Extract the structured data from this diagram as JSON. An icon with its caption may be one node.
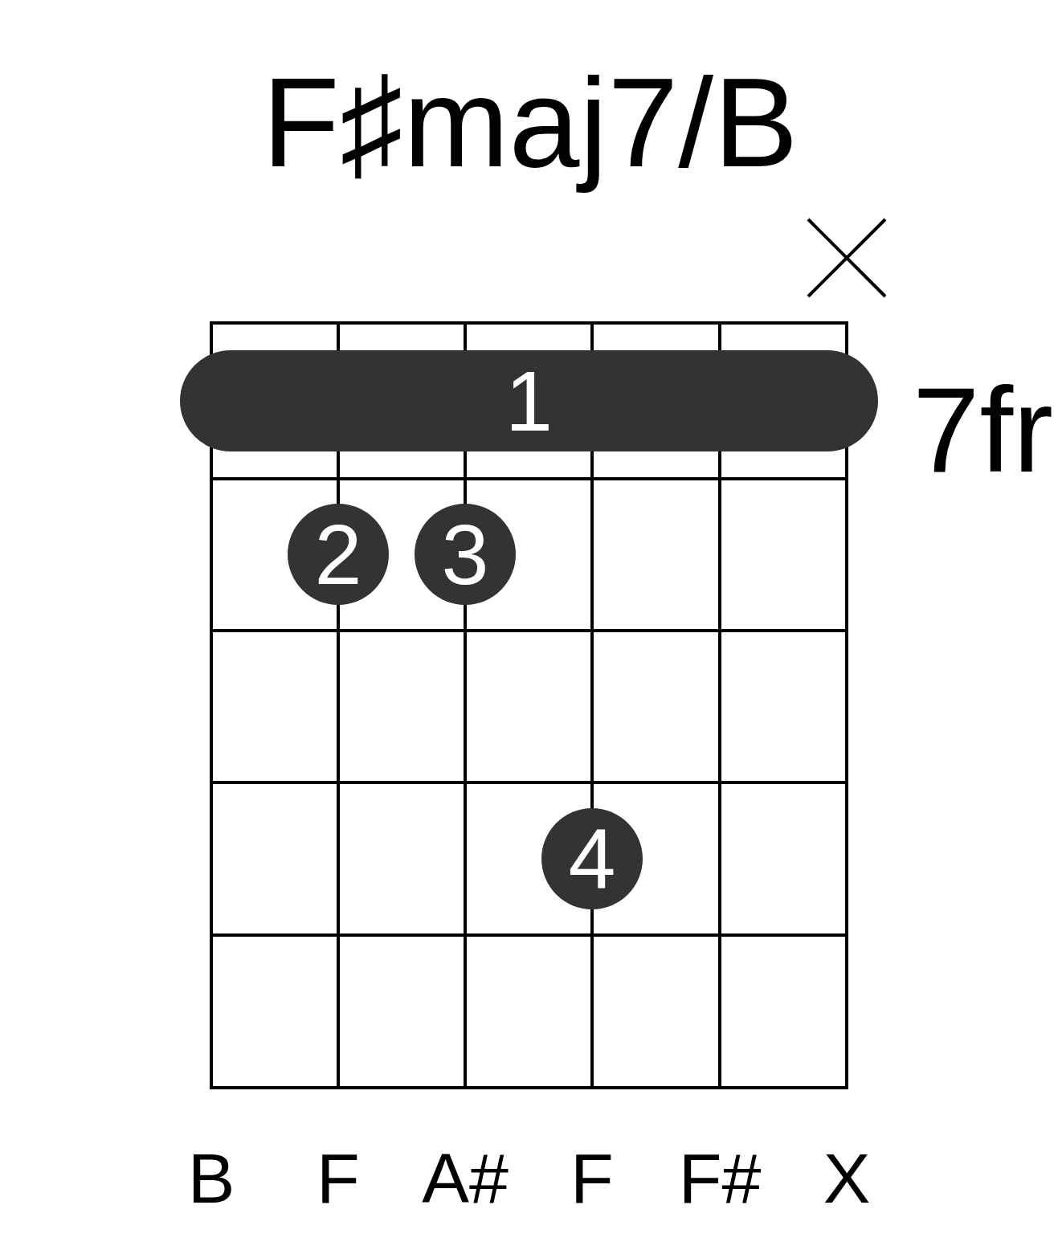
{
  "diagram": {
    "title": "F♯maj7/B",
    "nodes": [
      {
        "text": [
          "1"
        ]
      },
      {
        "text": [
          "2"
        ]
      },
      {
        "text": [
          "3"
        ]
      },
      {
        "text": [
          "4"
        ]
      }
    ],
    "labels": [
      "7fr",
      "B",
      "F",
      "A#",
      "F",
      "F#",
      "X"
    ]
  }
}
